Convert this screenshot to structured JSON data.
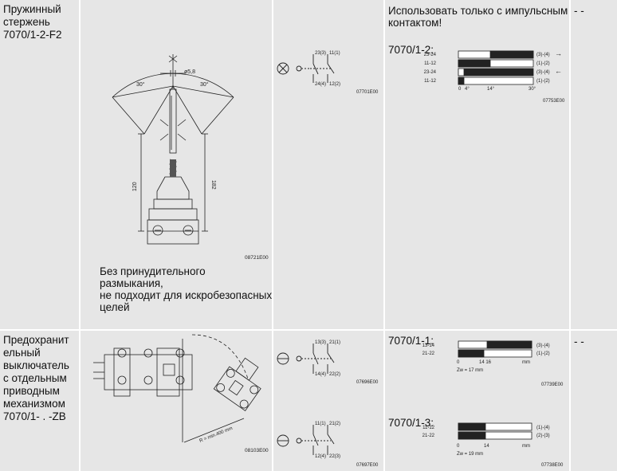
{
  "rows": [
    {
      "name": "Пружинный\nстержень\n7070/1-2-F2",
      "note": "Без принудительного\nразмыкания,\nне подходит для искробезопасных\nцелей",
      "drawing_code": "08721E00",
      "drawing_dims": {
        "angle_left": "30°",
        "angle_right": "30°",
        "diameter": "ø5,8",
        "height_1": "120",
        "height_2": "182"
      },
      "schematic": {
        "terminals": [
          "23(3)",
          "11(1)",
          "24(4)",
          "12(2)"
        ],
        "code": "07701E00"
      },
      "usage_note": "Использовать только с импульсным\nконтактом!",
      "program": {
        "title": "7070/1-2:",
        "rows": [
          {
            "left": "23-24",
            "right": "(3)-(4)",
            "arrow": "→"
          },
          {
            "left": "11-12",
            "right": "(1)-(2)",
            "arrow": ""
          },
          {
            "left": "23-24",
            "right": "(3)-(4)",
            "arrow": "←"
          },
          {
            "left": "11-12",
            "right": "(1)-(2)",
            "arrow": ""
          }
        ],
        "axis": [
          "0",
          "4°",
          "14°",
          "30°"
        ],
        "code": "07753E00"
      },
      "last": "- -"
    },
    {
      "name": "Предохранит\nельный\nвыключатель\nс отдельным\nприводным\nмеханизмом\n7070/1- . -ZB",
      "drawing_code": "08103E00",
      "drawing_dims": {
        "radius": "R = min.400  mm"
      },
      "schematic_1": {
        "terminals": [
          "13(3)",
          "21(1)",
          "14(4)",
          "22(2)"
        ],
        "code": "07696E00"
      },
      "schematic_2": {
        "terminals": [
          "11(1)",
          "21(2)",
          "12(4)",
          "22(3)"
        ],
        "code": "07697E00"
      },
      "program_1": {
        "title": "7070/1-1:",
        "rows": [
          {
            "left": "13-14",
            "right": "(3)-(4)"
          },
          {
            "left": "21-22",
            "right": "(1)-(2)"
          }
        ],
        "axis": [
          "0",
          "14 16",
          "mm"
        ],
        "zw": "Zw = 17 mm",
        "code": "07739E00"
      },
      "program_2": {
        "title": "7070/1-3:",
        "rows": [
          {
            "left": "11-12",
            "right": "(1)-(4)"
          },
          {
            "left": "21-22",
            "right": "(2)-(3)"
          }
        ],
        "axis": [
          "0",
          "14",
          "mm"
        ],
        "zw": "Zw = 19 mm",
        "code": "07738E00"
      },
      "last": "- -"
    }
  ]
}
